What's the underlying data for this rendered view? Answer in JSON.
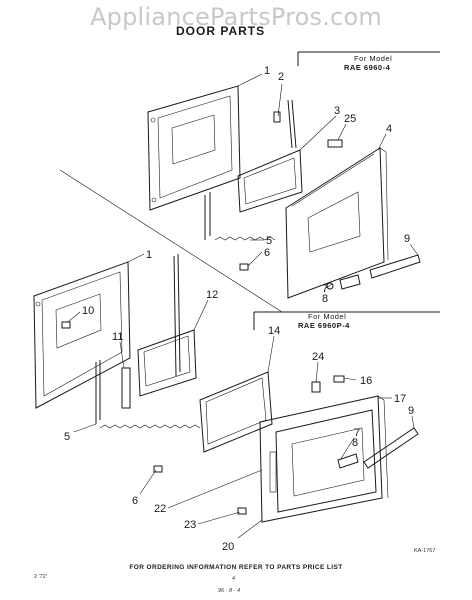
{
  "watermark": "AppliancePartsPros.com",
  "title": "DOOR PARTS",
  "model_top": {
    "line1": "For Model",
    "line2": "RAE 6960-4"
  },
  "model_bottom": {
    "line1": "For Model",
    "line2": "RAE 6960P-4"
  },
  "footer": "FOR ORDERING INFORMATION REFER TO PARTS PRICE LIST",
  "page_number": "4",
  "date_code": "96 · 8 · 4",
  "left_code": "2 '72'",
  "drawing_code": "KA-1767",
  "callouts": {
    "c1a": "1",
    "c2": "2",
    "c3": "3",
    "c25": "25",
    "c4": "4",
    "c5a": "5",
    "c6a": "6",
    "c9a": "9",
    "c7a": "7",
    "c8a": "8",
    "c1b": "1",
    "c10": "10",
    "c12": "12",
    "c11": "11",
    "c14": "14",
    "c24": "24",
    "c16": "16",
    "c17": "17",
    "c9b": "9",
    "c7b": "7",
    "c8b": "8",
    "c5b": "5",
    "c6b": "6",
    "c22": "22",
    "c23": "23",
    "c20": "20"
  }
}
